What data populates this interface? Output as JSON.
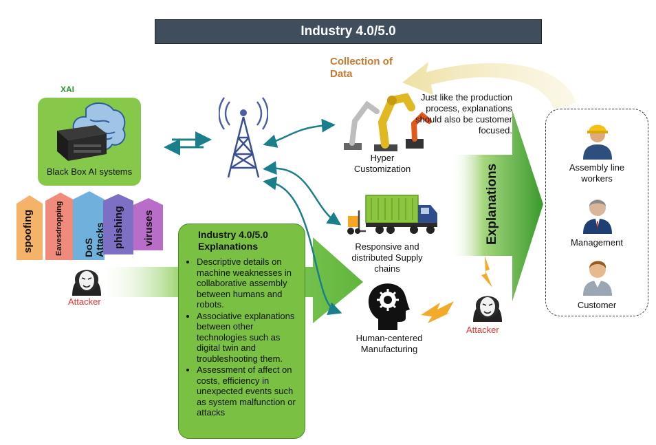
{
  "title": "Industry 4.0/5.0",
  "xai": {
    "label": "XAI",
    "box_label": "Black Box AI systems"
  },
  "attacks": [
    {
      "label": "spoofing",
      "color": "#f5b36a"
    },
    {
      "label": "Eavesdropping",
      "color": "#f08a7a"
    },
    {
      "label": "DoS Attacks",
      "color": "#6fb0dc"
    },
    {
      "label": "phishing",
      "color": "#7d6fc4"
    },
    {
      "label": "viruses",
      "color": "#b86ec8"
    }
  ],
  "attacker_left": {
    "label": "Attacker"
  },
  "attacker_right": {
    "label": "Attacker"
  },
  "collection": {
    "label": "Collection of Data"
  },
  "note": {
    "text": "Just like the production process, explanations should also be customer focused."
  },
  "nodes": {
    "hyper": "Hyper Customization",
    "supply": "Responsive and distributed Supply chains",
    "human": "Human-centered Manufacturing"
  },
  "explanations_box": {
    "title": "Industry 4.0/5.0 Explanations",
    "items": [
      "Descriptive details on machine weaknesses in collaborative assembly between humans and robots.",
      "Associative explanations between other technologies such as digital twin and troubleshooting them.",
      "Assessment  of affect on costs, efficiency in unexpected events such as system malfunction or attacks"
    ]
  },
  "explanations_arrow_label": "Explanations",
  "stakeholders": [
    {
      "label": "Assembly line workers"
    },
    {
      "label": "Management"
    },
    {
      "label": "Customer"
    }
  ],
  "colors": {
    "title_bg": "#404d5c",
    "green_box": "#7ac143",
    "xai_box": "#86c84a",
    "teal_arrow": "#1a7f8a",
    "attacker_red": "#e8312f",
    "collection_orange": "#c77a2e"
  }
}
